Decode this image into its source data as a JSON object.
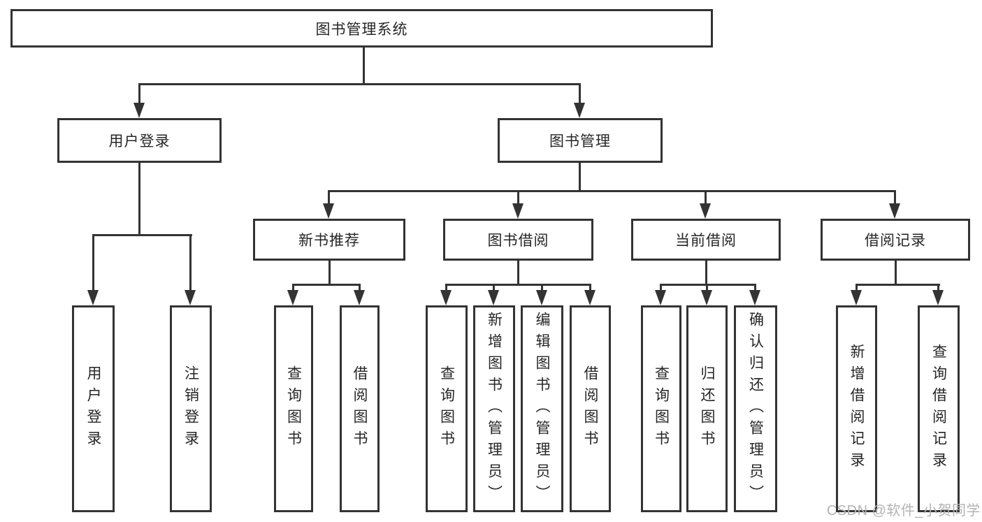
{
  "diagram": {
    "root": "图书管理系统",
    "level2": [
      "用户登录",
      "图书管理"
    ],
    "level3": [
      "新书推荐",
      "图书借阅",
      "当前借阅",
      "借阅记录"
    ],
    "leaves": {
      "user_login": [
        "用户登录",
        "注销登录"
      ],
      "new_book": [
        "查询图书",
        "借阅图书"
      ],
      "book_borrow": [
        "查询图书",
        "新增图书（管理员）",
        "编辑图书（管理员）",
        "借阅图书"
      ],
      "current_borrow": [
        "查询图书",
        "归还图书",
        "确认归还（管理员）"
      ],
      "borrow_record": [
        "新增借阅记录",
        "查询借阅记录"
      ]
    },
    "watermark": "CSDN @软件_小贺同学",
    "colors": {
      "line": "#333333",
      "text": "#262626",
      "watermark": "#b3b3b3",
      "background": "#ffffff"
    }
  }
}
